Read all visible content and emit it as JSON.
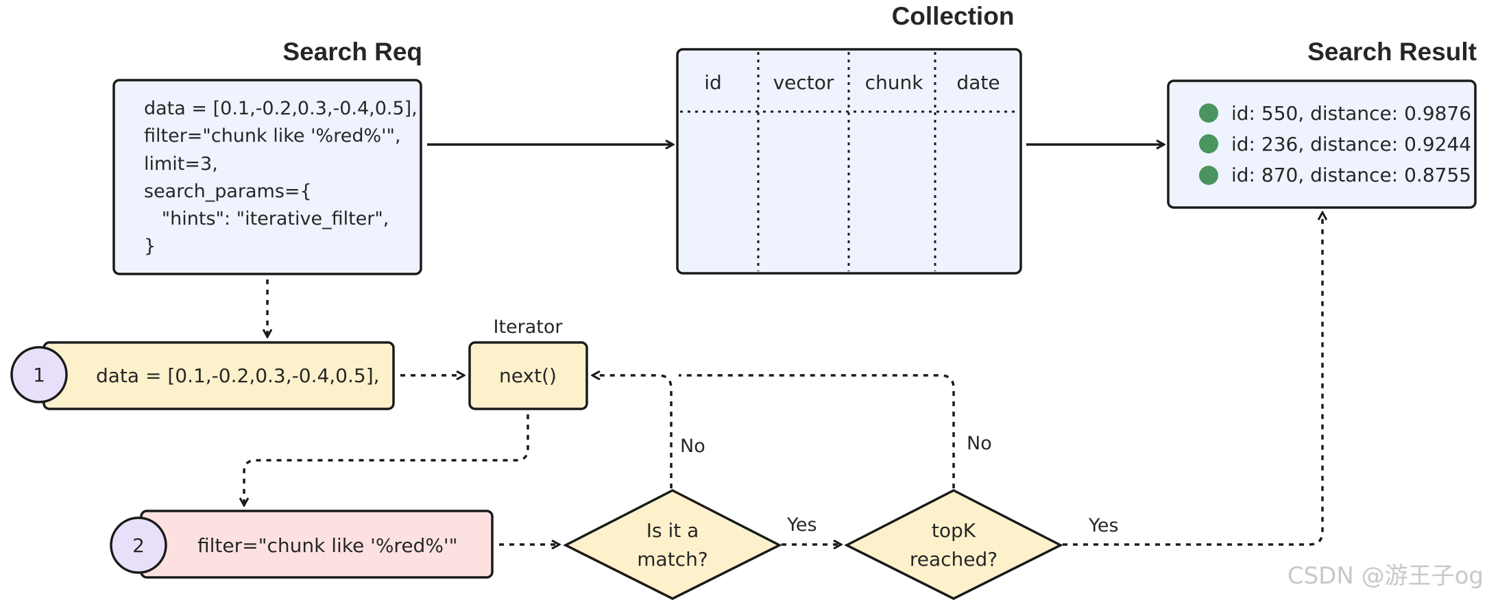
{
  "search_req": {
    "title": "Search Req",
    "lines": [
      "data = [0.1,-0.2,0.3,-0.4,0.5],",
      "filter=\"chunk like '%red%'\",",
      "limit=3,",
      "search_params={",
      "   \"hints\": \"iterative_filter\",",
      "}"
    ]
  },
  "collection": {
    "title": "Collection",
    "columns": [
      "id",
      "vector",
      "chunk",
      "date"
    ]
  },
  "search_result": {
    "title": "Search Result",
    "dot_color": "#4a9460",
    "items": [
      "id: 550, distance: 0.9876",
      "id: 236, distance: 0.9244",
      "id: 870, distance: 0.8755"
    ]
  },
  "steps": [
    {
      "number": "1",
      "text": "data = [0.1,-0.2,0.3,-0.4,0.5],"
    },
    {
      "number": "2",
      "text": "filter=\"chunk like '%red%'\""
    }
  ],
  "iterator": {
    "label": "Iterator",
    "text": "next()"
  },
  "decisions": {
    "match": {
      "lines": [
        "Is it a",
        "match?"
      ]
    },
    "topk": {
      "lines": [
        "topK",
        "reached?"
      ]
    }
  },
  "edge_labels": {
    "no_match": "No",
    "no_topk": "No",
    "yes_match": "Yes",
    "yes_topk": "Yes"
  },
  "watermark": "CSDN @游王子og",
  "colors": {
    "blue_fill": "#eef3fd",
    "yellow_fill": "#fdf1cc",
    "pink_fill": "#fde1e1",
    "circle_fill": "#e8e0fb",
    "stroke": "#1a1a1a"
  }
}
